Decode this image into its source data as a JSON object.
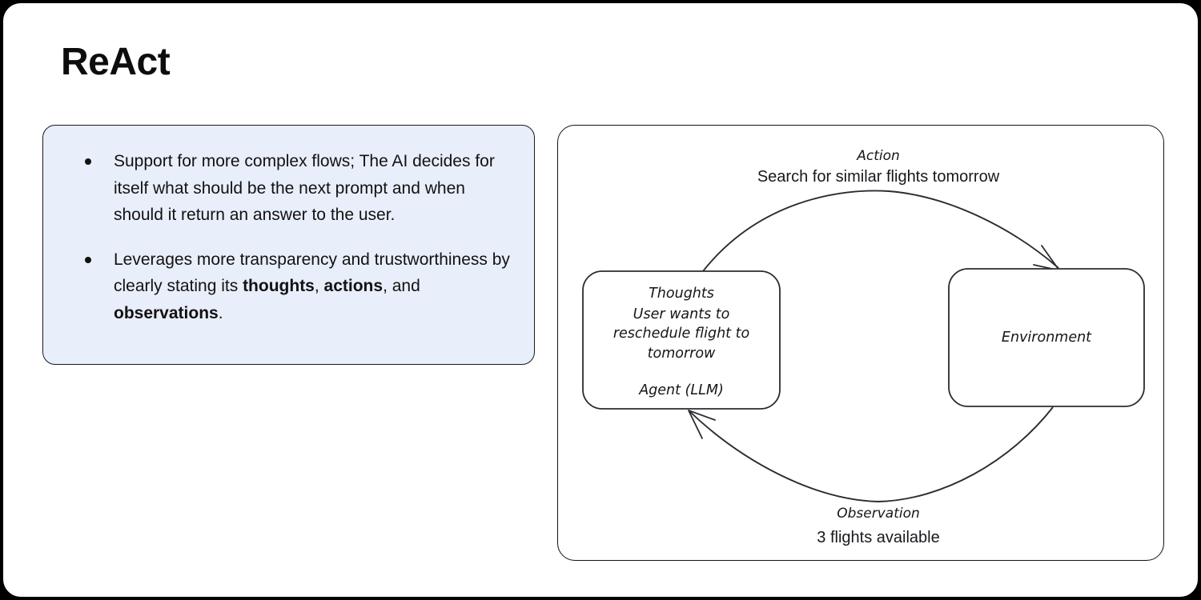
{
  "slide": {
    "title": "ReAct",
    "background_color": "#ffffff",
    "page_background_color": "#000000"
  },
  "callout": {
    "background_color": "#e9eefb",
    "border_color": "#1a1a1a",
    "bullets": [
      {
        "id": "bullet-complex-flows",
        "text": "Support for more complex flows; The AI decides for itself what should be the next prompt and when should it return an answer to the user."
      },
      {
        "id": "bullet-transparency",
        "lead": "Leverages more transparency and trustworthiness by clearly stating its ",
        "emphasis_1": "thoughts",
        "separator_1": ", ",
        "emphasis_2": "actions",
        "separator_2": ", and ",
        "emphasis_3": "observations",
        "tail": "."
      }
    ]
  },
  "diagram": {
    "border_color": "#121212",
    "stroke_color": "#2a2c30",
    "agent_node": {
      "heading": "Thoughts",
      "line_1": "User wants to",
      "line_2": "reschedule flight to",
      "line_3": "tomorrow",
      "caption": "Agent (LLM)"
    },
    "environment_node": {
      "label": "Environment"
    },
    "top_edge": {
      "label": "Action",
      "detail": "Search for similar flights tomorrow",
      "direction": "agent-to-environment"
    },
    "bottom_edge": {
      "label": "Observation",
      "detail": "3 flights available",
      "direction": "environment-to-agent"
    }
  }
}
